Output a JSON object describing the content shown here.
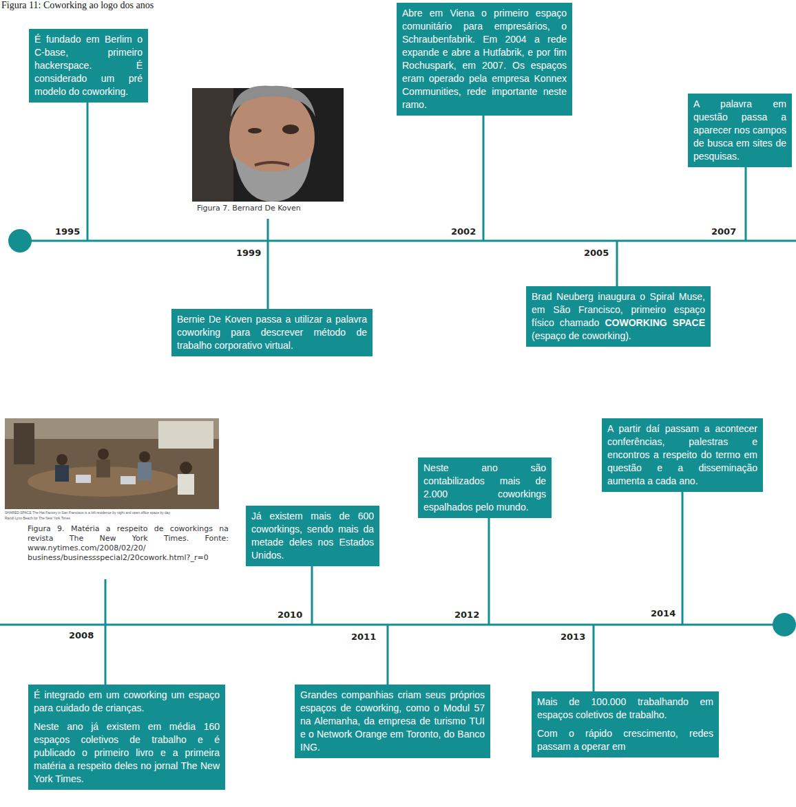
{
  "diagram": {
    "title": "Figura 11: Coworking ao logo dos anos",
    "nodes": [
      {
        "text": [
          "É fundado em Berlim o C-base, primeiro hackerspace. É considerado um pré modelo do coworking."
        ]
      },
      {
        "text": [
          "Bernie De Koven passa a utilizar a palavra coworking para descrever método de trabalho corporativo virtual."
        ]
      },
      {
        "text": [
          "Abre em Viena o primeiro espaço comunitário para empresários, o Schraubenfabrik. Em 2004 a rede expande e abre a Hutfabrik, e por fim Rochuspark, em 2007. Os espaços eram operado pela empresa Konnex Communities, rede importante neste ramo."
        ]
      },
      {
        "text": [
          "Brad Neuberg inaugura o Spiral Muse, em São Francisco, primeiro espaço físico chamado",
          "COWORKING SPACE",
          "(espaço de coworking)."
        ]
      },
      {
        "text": [
          "A palavra em questão passa a aparecer nos campos de busca em sites de pesquisas."
        ]
      },
      {
        "text": [
          "É integrado em um coworking um espaço para cuidado de crianças.",
          "Neste ano já existem em média 160 espaços coletivos de trabalho e é publicado o primeiro livro e a primeira matéria a respeito deles no jornal The New York Times."
        ]
      },
      {
        "text": [
          "Já existem mais de 600 coworkings, sendo mais da metade deles nos Estados Unidos."
        ]
      },
      {
        "text": [
          "Grandes companhias criam seus próprios espaços de coworking, como o Modul 57 na Alemanha, da empresa de turismo TUI e o Network Orange em Toronto, do Banco ING."
        ]
      },
      {
        "text": [
          "Neste ano são contabilizados mais de 2.000 coworkings espalhados pelo mundo."
        ]
      },
      {
        "text": [
          "Mais de 100.000 trabalhando em espaços coletivos de trabalho.",
          "Com o rápido crescimento, redes passam a operar em"
        ]
      },
      {
        "text": [
          "A partir daí passam a acontecer conferências, palestras e encontros a respeito do termo em questão e a disseminação aumenta a cada ano."
        ]
      }
    ],
    "labels": [
      "1995",
      "1999",
      "2002",
      "2005",
      "2007",
      "2008",
      "2010",
      "2011",
      "2012",
      "2013",
      "2014",
      "Figura 7. Bernard De Koven",
      "SHARED SPACE The Hat Factory in San Francisco is a loft residence by night and open office space by day.",
      "Randi Lynn Beach for The New York Times",
      "Figura 9. Matéria a respeito de coworkings na revista The New York Times. Fonte: www.nytimes.com/2008/02/20/ business/businessspecial2/20cowork.html?_r=0"
    ]
  }
}
